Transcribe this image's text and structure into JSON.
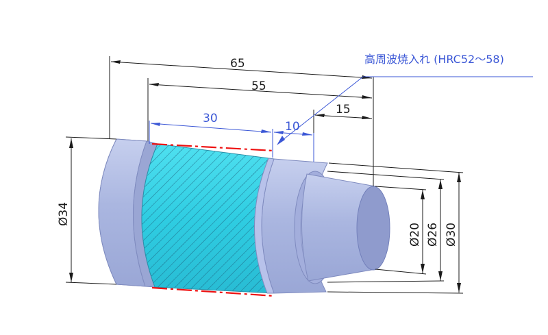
{
  "dimensions": {
    "overall_length": "65",
    "length_55": "55",
    "length_15": "15",
    "hardened_length": "30",
    "gap_length": "10",
    "dia_34": "Ø34",
    "dia_20": "Ø20",
    "dia_26": "Ø26",
    "dia_30": "Ø30"
  },
  "annotation": {
    "heat_treatment": "高周波焼入れ (HRC52～58)"
  },
  "colors": {
    "part": "#aab6e0",
    "part_dark": "#8f9ccb",
    "hardened": "#35d0e4",
    "hatch": "#1d5a78",
    "dim_line": "#1a1a1a",
    "annotation": "#3b57d6",
    "center_line": "#ee1111"
  }
}
